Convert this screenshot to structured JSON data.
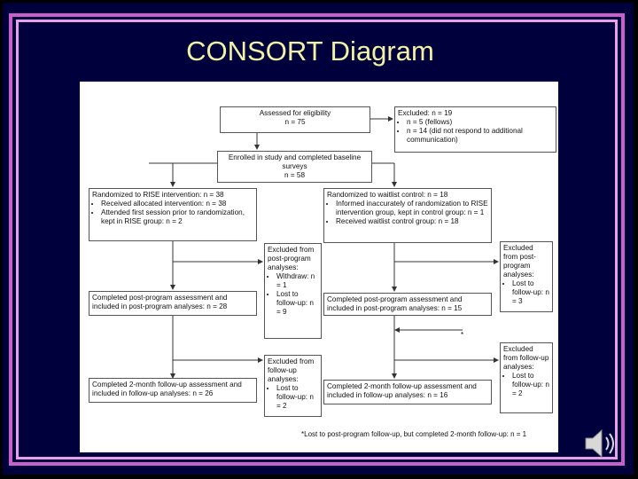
{
  "slide": {
    "title": "CONSORT Diagram"
  },
  "diagram": {
    "assessed": [
      "Assessed for eligibility",
      "n = 75"
    ],
    "excluded_top": {
      "title": "Excluded: n = 19",
      "items": [
        "n = 5 (fellows)",
        "n = 14 (did not respond to additional communication)"
      ]
    },
    "enrolled": [
      "Enrolled in study and completed baseline surveys",
      "n = 58"
    ],
    "rise": {
      "title": "Randomized to RISE intervention: n = 38",
      "items": [
        "Received allocated intervention: n = 38",
        "Attended first session prior to randomization, kept in RISE group: n = 2"
      ]
    },
    "waitlist": {
      "title": "Randomized to waitlist control: n = 18",
      "items": [
        "Informed inaccurately of randomization to RISE intervention group, kept in control group: n = 1",
        "Received waitlist control group: n = 18"
      ]
    },
    "excl_post_left": {
      "title": "Excluded from post-program analyses:",
      "items": [
        "Withdraw: n = 1",
        "Lost to follow-up: n = 9"
      ]
    },
    "excl_post_right": {
      "title": "Excluded from post-program analyses:",
      "items": [
        "Lost to follow-up: n = 3"
      ]
    },
    "completed_post_left": "Completed post-program assessment and included in post-program analyses: n = 28",
    "completed_post_right": "Completed post-program assessment and included in post-program analyses: n = 15",
    "excl_fu_left": {
      "title": "Excluded from follow-up analyses:",
      "items": [
        "Lost to follow-up: n = 2"
      ]
    },
    "excl_fu_right": {
      "title": "Excluded from follow-up analyses:",
      "items": [
        "Lost to follow-up: n = 2"
      ]
    },
    "completed_fu_left": "Completed 2-month follow-up assessment and included in follow-up analyses: n = 26",
    "completed_fu_right": "Completed 2-month follow-up assessment and included in follow-up analyses: n = 16",
    "asterisk": "*",
    "footnote": "*Lost to post-program follow-up, but completed 2-month follow-up: n = 1"
  },
  "icons": {
    "speaker": "speaker-icon"
  }
}
